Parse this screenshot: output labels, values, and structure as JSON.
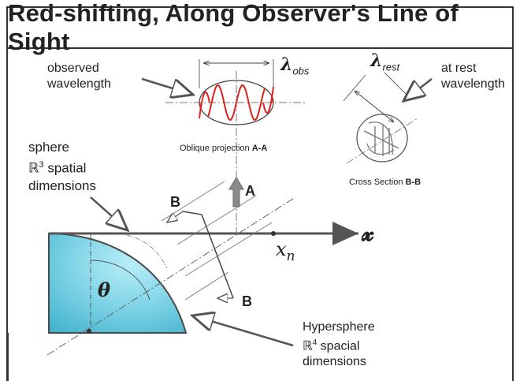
{
  "title": "Red-shifting, Along Observer's Line of Sight",
  "labels": {
    "observed_wavelength": [
      "observed",
      "wavelength"
    ],
    "lambda_obs": {
      "symbol": "λ",
      "subscript": "obs"
    },
    "lambda_rest": {
      "symbol": "λ",
      "subscript": "rest"
    },
    "at_rest_wavelength": [
      "at rest",
      "wavelength"
    ],
    "oblique_projection": {
      "text": "Oblique projection ",
      "bold": "A-A"
    },
    "cross_section": {
      "text": "Cross Section ",
      "bold": "B-B"
    },
    "sphere": [
      "sphere"
    ],
    "sphere_dims_r3": {
      "symbol": "ℝ",
      "sup": "3",
      "text": " spatial"
    },
    "sphere_dims_line2": "dimensions",
    "marker_A": "A",
    "marker_B_top": "B",
    "marker_B_bottom": "B",
    "axis_x": "𝔁",
    "x_n": {
      "base": "x",
      "sub": "n"
    },
    "theta": "θ",
    "hypersphere": "Hypersphere",
    "hypersphere_dims_r4": {
      "symbol": "ℝ",
      "sup": "4",
      "text": " spacial"
    },
    "hypersphere_dims_line2": "dimensions"
  },
  "colors": {
    "sphere_fill": "#7fd3e6",
    "sphere_edge": "#4a4a4a",
    "wave_red": "#e0201b",
    "axis": "#555555",
    "arrow_A": "#8a8a8a"
  }
}
